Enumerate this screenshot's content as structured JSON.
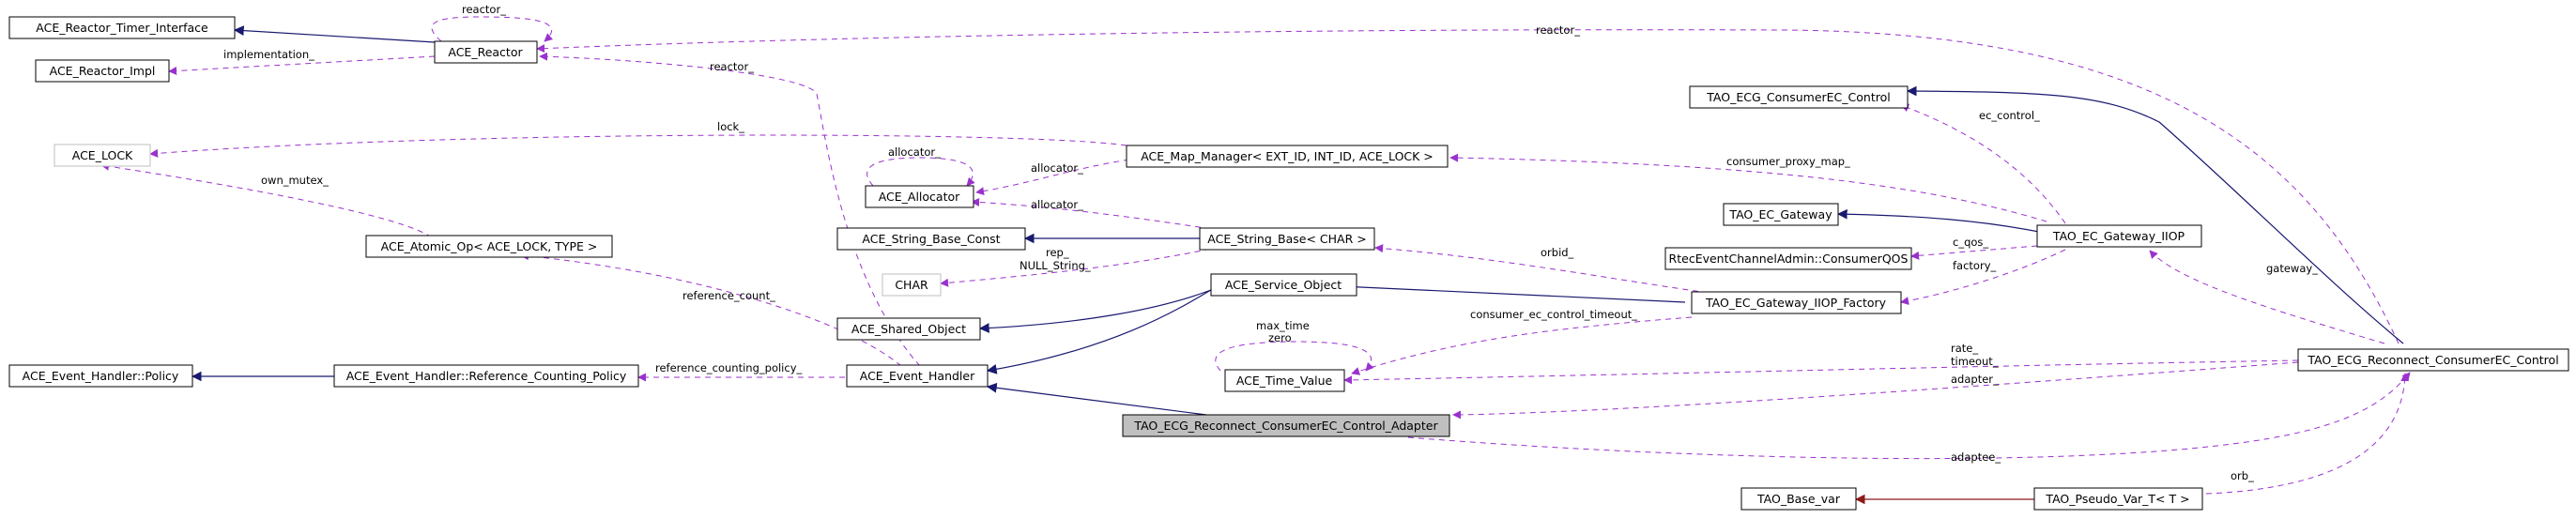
{
  "nodes": {
    "reactor_timer_interface": "ACE_Reactor_Timer_Interface",
    "reactor_impl": "ACE_Reactor_Impl",
    "reactor": "ACE_Reactor",
    "lock": "ACE_LOCK",
    "allocator": "ACE_Allocator",
    "map_manager": "ACE_Map_Manager< EXT_ID, INT_ID, ACE_LOCK >",
    "atomic_op": "ACE_Atomic_Op< ACE_LOCK, TYPE >",
    "string_base_const": "ACE_String_Base_Const",
    "string_base": "ACE_String_Base< CHAR >",
    "char": "CHAR",
    "service_object": "ACE_Service_Object",
    "shared_object": "ACE_Shared_Object",
    "policy": "ACE_Event_Handler::Policy",
    "ref_counting_policy": "ACE_Event_Handler::Reference_Counting_Policy",
    "event_handler": "ACE_Event_Handler",
    "time_value": "ACE_Time_Value",
    "adapter": "TAO_ECG_Reconnect_ConsumerEC_Control_Adapter",
    "consumer_ec_control": "TAO_ECG_ConsumerEC_Control",
    "ec_gateway": "TAO_EC_Gateway",
    "consumer_qos": "RtecEventChannelAdmin::ConsumerQOS",
    "gateway_iiop": "TAO_EC_Gateway_IIOP",
    "gateway_iiop_factory": "TAO_EC_Gateway_IIOP_Factory",
    "reconnect_control": "TAO_ECG_Reconnect_ConsumerEC_Control",
    "base_var": "TAO_Base_var",
    "pseudo_var": "TAO_Pseudo_Var_T< T >"
  },
  "edge_labels": {
    "reactor_self": "reactor_",
    "implementation": "implementation_",
    "reactor_top": "reactor_",
    "reactor_eh": "reactor_",
    "lock": "lock_",
    "allocator_self": "allocator_",
    "allocator_map": "allocator_",
    "allocator_str": "allocator_",
    "own_mutex": "own_mutex_",
    "rep": "rep_",
    "null_string": "NULL_String_",
    "reference_count": "reference_count_",
    "reference_counting_policy": "reference_counting_policy_",
    "max_time": "max_time",
    "zero": "zero",
    "consumer_ec_control_timeout": "consumer_ec_control_timeout_",
    "orbid": "orbid_",
    "consumer_proxy_map": "consumer_proxy_map_",
    "ec_control": "ec_control_",
    "c_qos": "c_qos_",
    "factory": "factory_",
    "gateway": "gateway_",
    "rate": "rate_",
    "timeout": "timeout_",
    "adapter": "adapter_",
    "adaptee": "adaptee_",
    "orb": "orb_"
  },
  "colors": {
    "usage": "#9a32cd",
    "inheritance": "#191970",
    "template": "#8b1a1a",
    "focus_fill": "#bfbfbf"
  }
}
